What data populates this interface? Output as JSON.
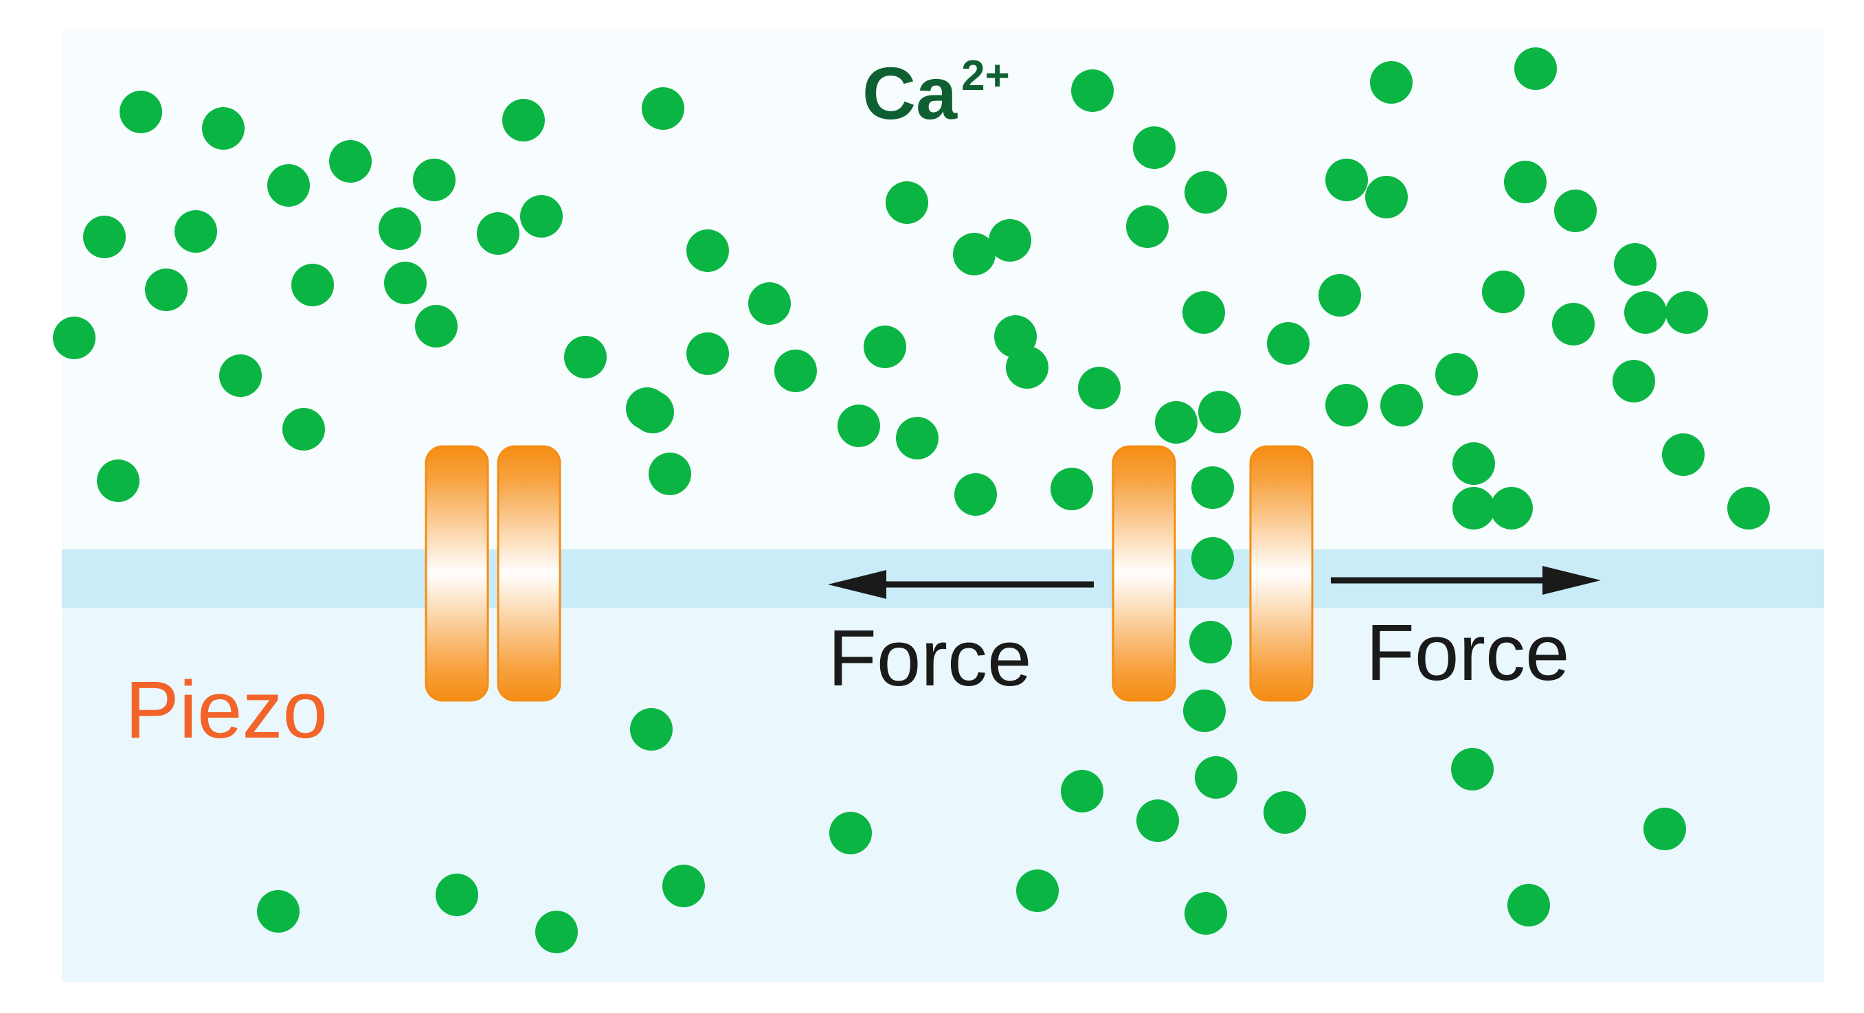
{
  "labels": {
    "ion": "Ca",
    "ion_charge": "2+",
    "channel": "Piezo",
    "force_left": "Force",
    "force_right": "Force"
  },
  "colors": {
    "outer_space": "#f7fcfe",
    "membrane": "#c9ecf8",
    "cytoplasm": "#eaf8fd",
    "ion": "#0ab544",
    "ion_label": "#0e5f32",
    "channel_subunit": "#f58d14",
    "channel_label": "#f3642a",
    "arrow_text": "#1a1a1a"
  },
  "icons": {
    "ion": "green-circle",
    "channel_subunit": "orange-rounded-capsule",
    "force": "black-arrow"
  }
}
